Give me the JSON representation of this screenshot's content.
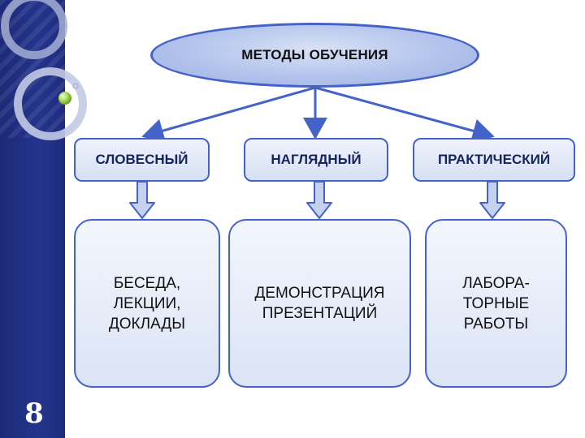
{
  "root": {
    "label": "МЕТОДЫ ОБУЧЕНИЯ"
  },
  "methods": [
    {
      "label": "СЛОВЕСНЫЙ"
    },
    {
      "label": "НАГЛЯДНЫЙ"
    },
    {
      "label": "ПРАКТИЧЕСКИЙ"
    }
  ],
  "examples": [
    {
      "label": "БЕСЕДА,\nЛЕКЦИИ,\nДОКЛАДЫ"
    },
    {
      "label": "ДЕМОНСТРАЦИЯ\nПРЕЗЕНТАЦИЙ"
    },
    {
      "label": "ЛАБОРА-\nТОРНЫЕ\nРАБОТЫ"
    }
  ],
  "slide": {
    "number": "8"
  },
  "colors": {
    "sidebar": "#1e2c7e",
    "border": "#4462c8",
    "arrow": "#4462c8",
    "block_arrow_fill": "#c5d2ef"
  }
}
